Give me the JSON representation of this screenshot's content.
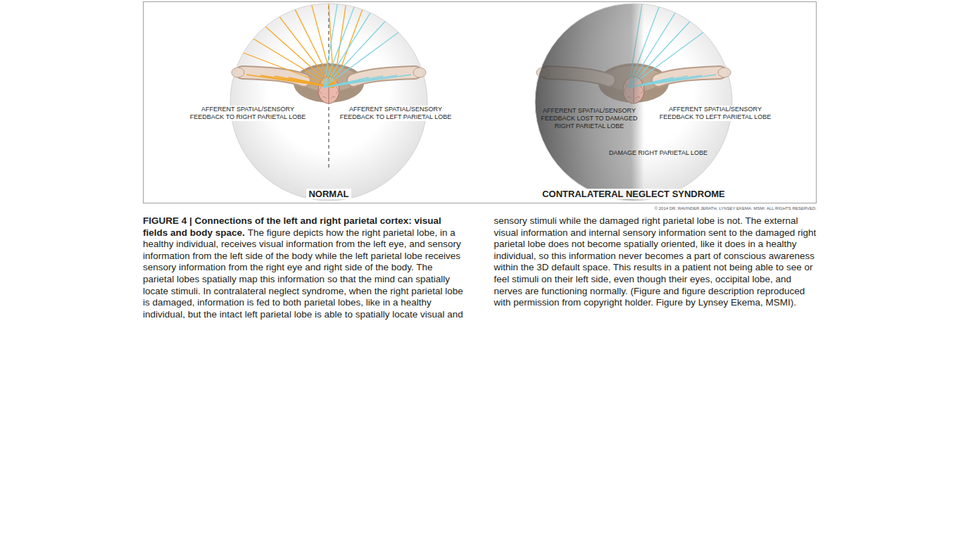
{
  "diagram": {
    "title": "FIGURE 4 | Connections of the left and right parietal cortex: visual fields and body space.",
    "caption": "The figure depicts how the right parietal lobe, in a healthy individual, receives visual information from the left eye, and sensory information from the left side of the body while the left parietal lobe receives sensory information from the right eye and right side of the body. The parietal lobes spatially map this information so that the mind can spatially locate stimuli. In contralateral neglect syndrome, when the right parietal lobe is damaged, information is fed to both parietal lobes, like in a healthy individual, but the intact left parietal lobe is able to spatially locate visual and sensory stimuli while the damaged right parietal lobe is not. The external visual information and internal sensory information sent to the damaged right parietal lobe does not become spatially oriented, like it does in a healthy individual, so this information never becomes a part of conscious awareness within the 3D default space. This results in a patient not being able to see or feel stimuli on their left side, even though their eyes, occipital lobe, and nerves are functioning normally. (Figure and figure description reproduced with permission from copyright holder. Figure by Lynsey Ekema, MSMI).",
    "labels": [
      "AFFERENT SPATIAL/SENSORY FEEDBACK TO RIGHT PARIETAL LOBE",
      "AFFERENT SPATIAL/SENSORY FEEDBACK TO LEFT PARIETAL LOBE",
      "NORMAL",
      "AFFERENT SPATIAL/SENSORY FEEDBACK LOST TO DAMAGED RIGHT PARIETAL LOBE",
      "AFFERENT SPATIAL/SENSORY FEEDBACK TO LEFT PARIETAL LOBE",
      "DAMAGE RIGHT PARIETAL LOBE",
      "CONTRALATERAL NEGLECT SYNDROME",
      "© 2014 DR. RAVINDER JERATH, LYNSEY EKEMA, MSMI. ALL RIGHTS RESERVED."
    ]
  }
}
